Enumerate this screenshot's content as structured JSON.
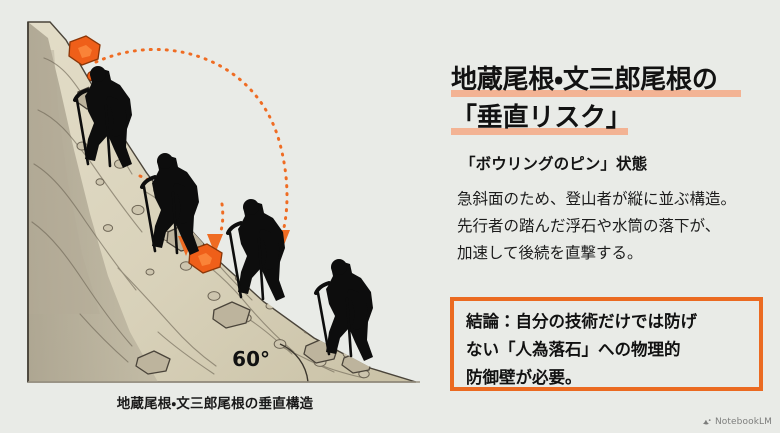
{
  "slide": {
    "background_color": "#e9ebe7",
    "accent_orange": "#eb6a21",
    "highlight_peach": "#f3b394"
  },
  "headline": {
    "line1": "地蔵尾根・文三郎尾根の",
    "line2": "「垂直リスク」"
  },
  "subhead": "「ボウリングのピン」状態",
  "body": {
    "line1": "急斜面のため、登山者が縦に並ぶ構造。",
    "line2": "先行者の踏んだ浮石や水筒の落下が、",
    "line3": "加速して後続を直撃する。"
  },
  "conclusion": {
    "line1": "結論：自分の技術だけでは防げ",
    "line2": "ない「人為落石」への物理的",
    "line3": "防御壁が必要。"
  },
  "illustration": {
    "caption": "地蔵尾根・文三郎尾根の垂直構造",
    "angle_label": "60°",
    "climber_count": 4,
    "falling_rock_count": 2
  },
  "watermark": {
    "label": "NotebookLM",
    "icon": "notebooklm-logo-icon"
  }
}
